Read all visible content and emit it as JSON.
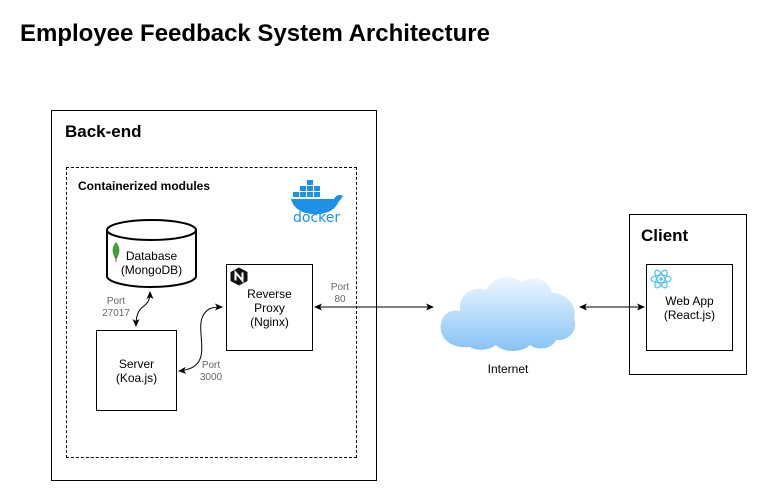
{
  "title": "Employee Feedback System Architecture",
  "backend": {
    "label": "Back-end",
    "container_label": "Containerized modules",
    "docker_label": "docker"
  },
  "database": {
    "line1": "Database",
    "line2": "(MongoDB)"
  },
  "server": {
    "line1": "Server",
    "line2": "(Koa.js)"
  },
  "proxy": {
    "line1": "Reverse",
    "line2": "Proxy",
    "line3": "(Nginx)"
  },
  "ports": {
    "db": {
      "label": "Port",
      "value": "27017"
    },
    "server": {
      "label": "Port",
      "value": "3000"
    },
    "proxy": {
      "label": "Port",
      "value": "80"
    }
  },
  "internet": {
    "label": "Internet"
  },
  "client": {
    "label": "Client"
  },
  "webapp": {
    "line1": "Web App",
    "line2": "(React.js)"
  },
  "colors": {
    "docker_blue": "#1d91e6",
    "mongo_green": "#3fa037",
    "react_cyan": "#4fc3e8",
    "cloud_top": "#eef6ff",
    "cloud_bottom": "#86c3f5"
  }
}
